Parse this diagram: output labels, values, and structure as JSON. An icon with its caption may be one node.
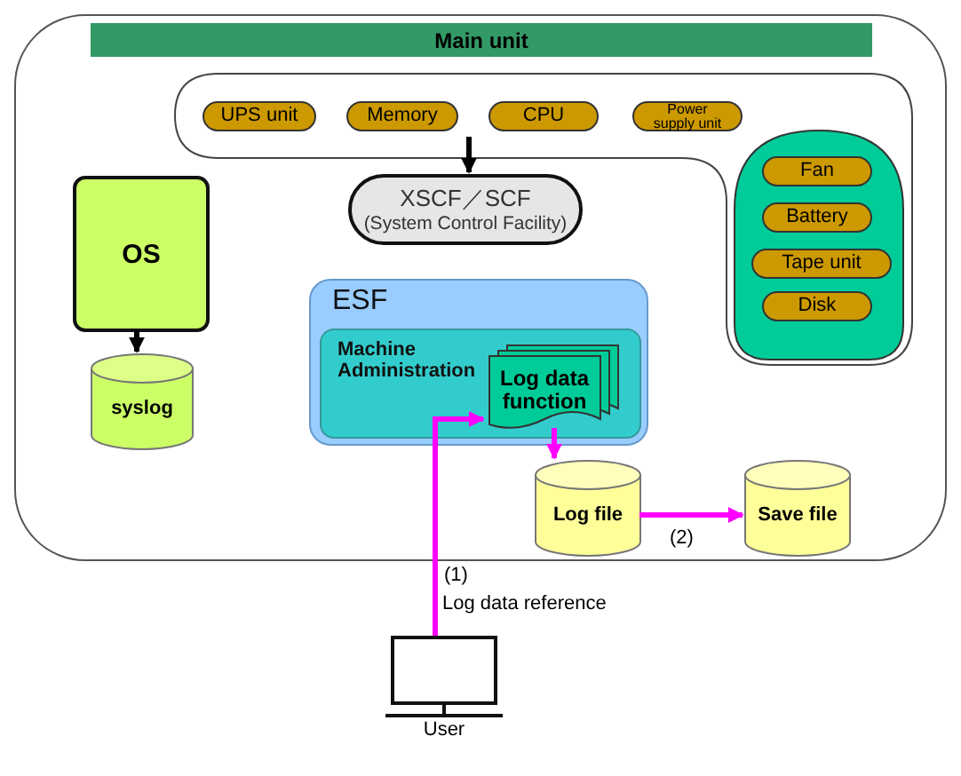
{
  "diagram": {
    "nodes": [
      {
        "text": [
          "Main unit"
        ]
      },
      {
        "text": [],
        "shape": "box",
        "in": 0
      },
      {
        "text": [
          "UPS unit"
        ],
        "in": 1
      },
      {
        "text": [
          "Memory"
        ],
        "in": 1
      },
      {
        "text": [
          "CPU"
        ],
        "in": 1
      },
      {
        "text": [
          "Power supply unit"
        ],
        "in": 1
      },
      {
        "text": [],
        "shape": "box",
        "in": 1
      },
      {
        "text": [
          "Fan"
        ],
        "in": 6
      },
      {
        "text": [
          "Battery"
        ],
        "in": 6
      },
      {
        "text": [
          "Tape unit"
        ],
        "in": 6
      },
      {
        "text": [
          "Disk"
        ],
        "in": 6
      },
      {
        "text": [
          "XSCF／SCF",
          "(System Control Facility)"
        ],
        "in": 0
      },
      {
        "text": [
          "OS"
        ],
        "in": 0
      },
      {
        "text": [
          "syslog"
        ],
        "in": 0
      },
      {
        "text": [
          "ESF"
        ],
        "in": 0
      },
      {
        "text": [
          "Machine Administration"
        ],
        "in": 14
      },
      {
        "text": [
          "Log data function"
        ],
        "in": 15
      },
      {
        "text": [
          "Log file"
        ],
        "in": 0
      },
      {
        "text": [
          "Save file"
        ],
        "in": 0
      },
      {
        "text": [
          "User"
        ]
      }
    ],
    "edges": [
      {
        "from": 1,
        "to": 11,
        "arrow": "to",
        "color": "#000000"
      },
      {
        "from": 12,
        "to": 13,
        "arrow": "to",
        "color": "#000000"
      },
      {
        "from": 19,
        "to": 16,
        "arrow": "to",
        "label": "(1)",
        "color": "#ff00ff"
      },
      {
        "from": 16,
        "to": 17,
        "arrow": "to",
        "color": "#ff00ff"
      },
      {
        "from": 17,
        "to": 18,
        "arrow": "to",
        "label": "(2)",
        "color": "#ff00ff"
      }
    ],
    "labels": [
      "Log data reference"
    ]
  }
}
